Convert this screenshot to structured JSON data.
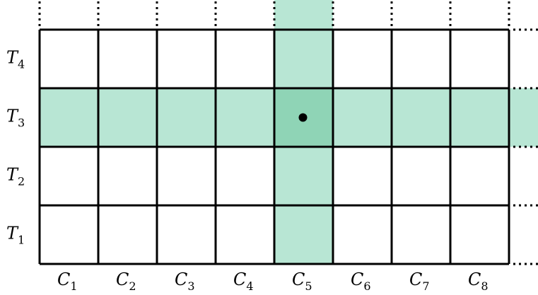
{
  "grid": {
    "rows": [
      "T1",
      "T2",
      "T3",
      "T4"
    ],
    "columns": [
      "C1",
      "C2",
      "C3",
      "C4",
      "C5",
      "C6",
      "C7",
      "C8"
    ],
    "row_labels": [
      {
        "base": "T",
        "sub": "1"
      },
      {
        "base": "T",
        "sub": "2"
      },
      {
        "base": "T",
        "sub": "3"
      },
      {
        "base": "T",
        "sub": "4"
      }
    ],
    "column_labels": [
      {
        "base": "C",
        "sub": "1"
      },
      {
        "base": "C",
        "sub": "2"
      },
      {
        "base": "C",
        "sub": "3"
      },
      {
        "base": "C",
        "sub": "4"
      },
      {
        "base": "C",
        "sub": "5"
      },
      {
        "base": "C",
        "sub": "6"
      },
      {
        "base": "C",
        "sub": "7"
      },
      {
        "base": "C",
        "sub": "8"
      }
    ],
    "highlighted_row": "T3",
    "highlighted_column": "C5",
    "marked_cell": {
      "row": "T3",
      "column": "C5"
    },
    "continues_right": true,
    "continues_up": true
  },
  "colors": {
    "highlight": "#b8e6d4",
    "intersection": "#8fd4b6",
    "grid_line": "#000000",
    "marker": "#000000"
  }
}
